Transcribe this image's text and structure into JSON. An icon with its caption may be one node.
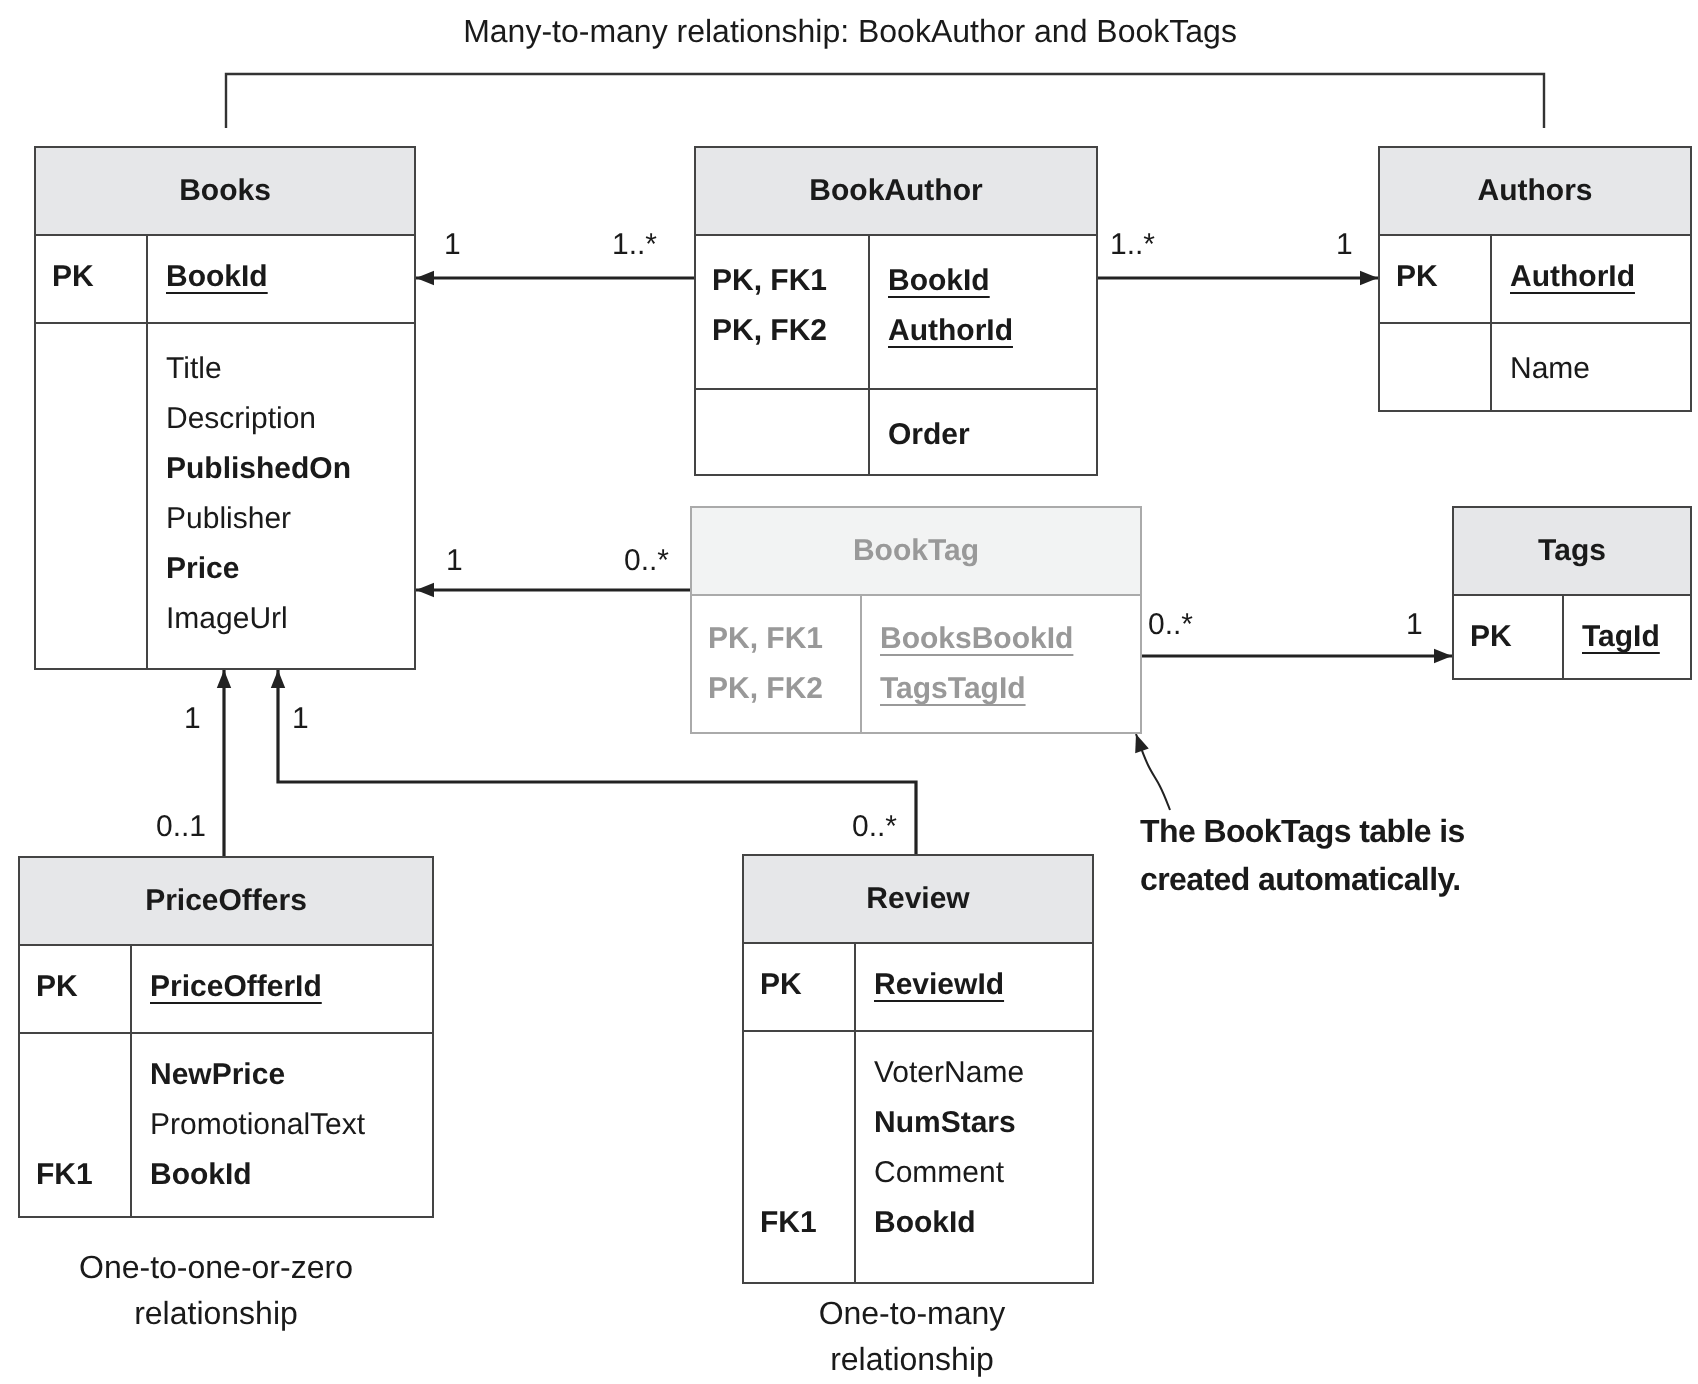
{
  "diagram": {
    "nodes": [
      {
        "text": [
          "Books",
          "PK",
          "BookId",
          "Title",
          "Description",
          "PublishedOn",
          "Publisher",
          "Price",
          "ImageUrl"
        ]
      },
      {
        "text": [
          "BookAuthor",
          "PK, FK1",
          "BookId",
          "PK, FK2",
          "AuthorId",
          "Order"
        ]
      },
      {
        "text": [
          "Authors",
          "PK",
          "AuthorId",
          "Name"
        ]
      },
      {
        "text": [
          "BookTag",
          "PK, FK1",
          "BooksBookId",
          "PK, FK2",
          "TagsTagId"
        ]
      },
      {
        "text": [
          "Tags",
          "PK",
          "TagId"
        ]
      },
      {
        "text": [
          "PriceOffers",
          "PK",
          "PriceOfferId",
          "NewPrice",
          "PromotionalText",
          "FK1",
          "BookId"
        ],
        "beside": [
          "One-to-one-or-zero relationship"
        ]
      },
      {
        "text": [
          "Review",
          "PK",
          "ReviewId",
          "VoterName",
          "NumStars",
          "Comment",
          "FK1",
          "BookId"
        ],
        "beside": [
          "One-to-many relationship"
        ]
      },
      {
        "text": [
          "The BookTags table is created automatically."
        ]
      }
    ],
    "edges": [
      {
        "from": 1,
        "to": 0,
        "arrow": "to"
      },
      {
        "from": 1,
        "to": 2,
        "arrow": "to"
      },
      {
        "from": 3,
        "to": 0,
        "arrow": "to"
      },
      {
        "from": 3,
        "to": 4,
        "arrow": "to"
      },
      {
        "from": 5,
        "to": 0,
        "arrow": "to"
      },
      {
        "from": 6,
        "to": 0,
        "arrow": "to"
      },
      {
        "from": 7,
        "to": 3,
        "arrow": "to"
      }
    ],
    "labels": [
      "Many-to-many relationship: BookAuthor and BookTags",
      "1",
      "1..*",
      "1..*",
      "1",
      "1",
      "0..*",
      "0..*",
      "1",
      "1",
      "1",
      "0..1",
      "0..*"
    ]
  }
}
